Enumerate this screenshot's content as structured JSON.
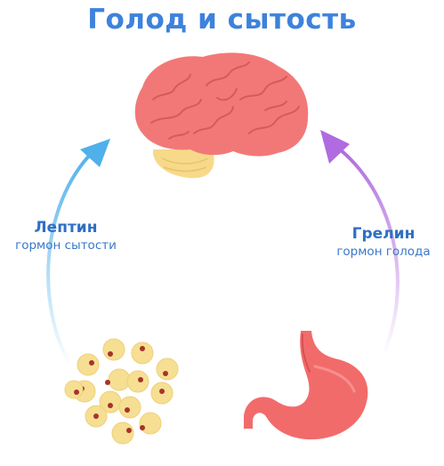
{
  "title": "Голод и сытость",
  "leptin": {
    "name": "Лептин",
    "description": "гормон сытости"
  },
  "ghrelin": {
    "name": "Грелин",
    "description": "гормон голода"
  },
  "colors": {
    "title": "#3d82dc",
    "leptin_arrow": "#4fb0ea",
    "ghrelin_arrow": "#b06be0",
    "brain": "#f27878",
    "cerebellum": "#f7d98a",
    "stomach": "#f26b6b",
    "fat_cell": "#f6df92",
    "fat_nucleus": "#a8322a"
  },
  "icons": [
    "brain-icon",
    "stomach-icon",
    "fat-cells-icon",
    "leptin-arrow-icon",
    "ghrelin-arrow-icon"
  ]
}
